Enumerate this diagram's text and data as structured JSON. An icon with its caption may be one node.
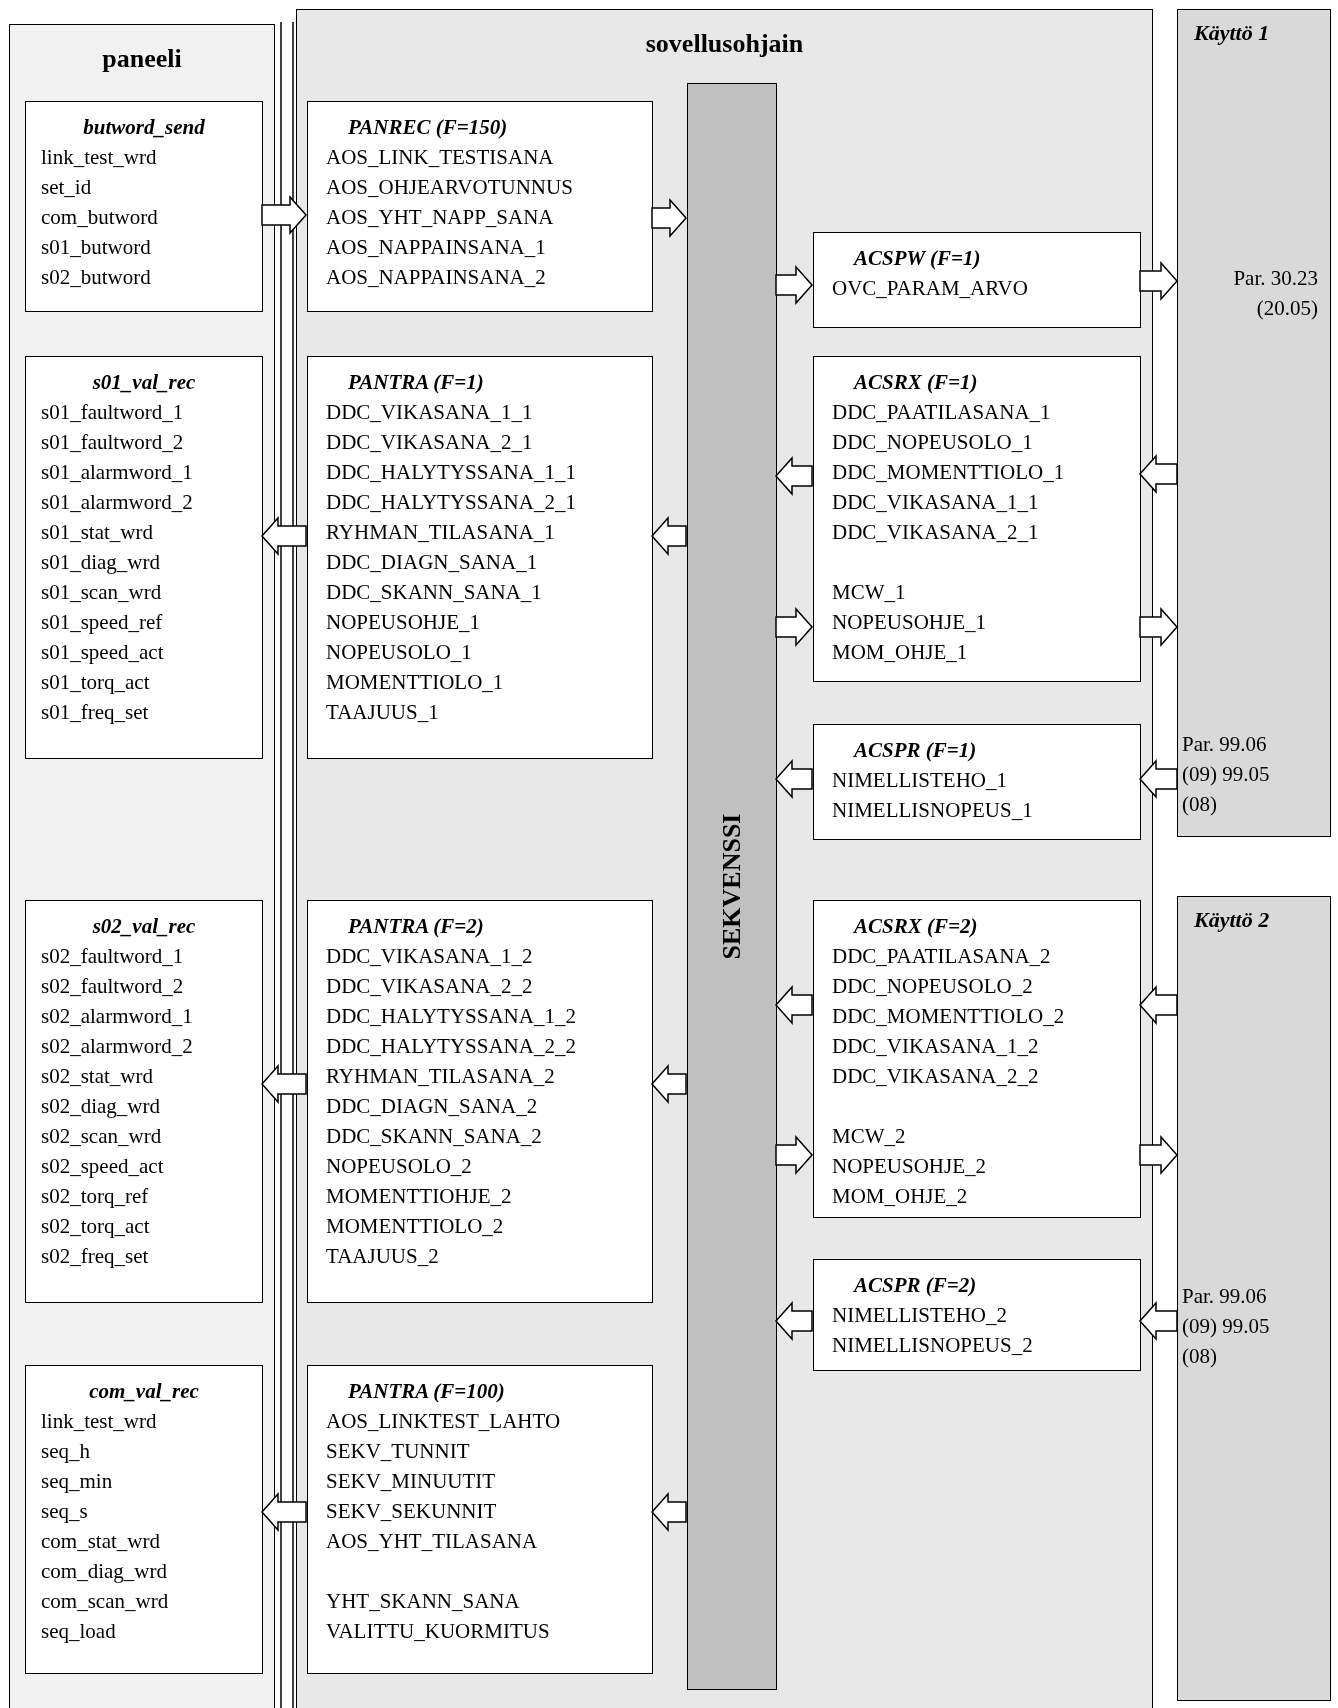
{
  "diagram": {
    "nodes": [
      {
        "text": [
          "paneeli"
        ]
      },
      {
        "text": [
          "butword_send",
          "link_test_wrd",
          "set_id",
          "com_butword",
          "s01_butword",
          "s02_butword"
        ],
        "in": 0
      },
      {
        "text": [
          "s01_val_rec",
          "s01_faultword_1",
          "s01_faultword_2",
          "s01_alarmword_1",
          "s01_alarmword_2",
          "s01_stat_wrd",
          "s01_diag_wrd",
          "s01_scan_wrd",
          "s01_speed_ref",
          "s01_speed_act",
          "s01_torq_act",
          "s01_freq_set"
        ],
        "in": 0
      },
      {
        "text": [
          "s02_val_rec",
          "s02_faultword_1",
          "s02_faultword_2",
          "s02_alarmword_1",
          "s02_alarmword_2",
          "s02_stat_wrd",
          "s02_diag_wrd",
          "s02_scan_wrd",
          "s02_speed_act",
          "s02_torq_ref",
          "s02_torq_act",
          "s02_freq_set"
        ],
        "in": 0
      },
      {
        "text": [
          "com_val_rec",
          "link_test_wrd",
          "seq_h",
          "seq_min",
          "seq_s",
          "com_stat_wrd",
          "com_diag_wrd",
          "com_scan_wrd",
          "seq_load"
        ],
        "in": 0
      },
      {
        "text": [
          "sovellusohjain"
        ]
      },
      {
        "text": [
          "PANREC (F=150)",
          "AOS_LINK_TESTISANA",
          "AOS_OHJEARVOTUNNUS",
          "AOS_YHT_NAPP_SANA",
          "AOS_NAPPAINSANA_1",
          "AOS_NAPPAINSANA_2"
        ],
        "in": 5
      },
      {
        "text": [
          "PANTRA (F=1)",
          "DDC_VIKASANA_1_1",
          "DDC_VIKASANA_2_1",
          "DDC_HALYTYSSANA_1_1",
          "DDC_HALYTYSSANA_2_1",
          "RYHMAN_TILASANA_1",
          "DDC_DIAGN_SANA_1",
          "DDC_SKANN_SANA_1",
          "NOPEUSOHJE_1",
          "NOPEUSOLO_1",
          "MOMENTTIOLO_1",
          "TAAJUUS_1"
        ],
        "in": 5
      },
      {
        "text": [
          "PANTRA (F=2)",
          "DDC_VIKASANA_1_2",
          "DDC_VIKASANA_2_2",
          "DDC_HALYTYSSANA_1_2",
          "DDC_HALYTYSSANA_2_2",
          "RYHMAN_TILASANA_2",
          "DDC_DIAGN_SANA_2",
          "DDC_SKANN_SANA_2",
          "NOPEUSOLO_2",
          "MOMENTTIOHJE_2",
          "MOMENTTIOLO_2",
          "TAAJUUS_2"
        ],
        "in": 5
      },
      {
        "text": [
          "PANTRA (F=100)",
          "AOS_LINKTEST_LAHTO",
          "SEKV_TUNNIT",
          "SEKV_MINUUTIT",
          "SEKV_SEKUNNIT",
          "AOS_YHT_TILASANA",
          "YHT_SKANN_SANA",
          "VALITTU_KUORMITUS"
        ],
        "in": 5
      },
      {
        "text": [
          "SEKVENSSI"
        ],
        "in": 5
      },
      {
        "text": [
          "ACSPW (F=1)",
          "OVC_PARAM_ARVO"
        ],
        "in": 5
      },
      {
        "text": [
          "ACSRX (F=1)",
          "DDC_PAATILASANA_1",
          "DDC_NOPEUSOLO_1",
          "DDC_MOMENTTIOLO_1",
          "DDC_VIKASANA_1_1",
          "DDC_VIKASANA_2_1",
          "MCW_1",
          "NOPEUSOHJE_1",
          "MOM_OHJE_1"
        ],
        "in": 5
      },
      {
        "text": [
          "ACSPR (F=1)",
          "NIMELLISTEHO_1",
          "NIMELLISNOPEUS_1"
        ],
        "in": 5
      },
      {
        "text": [
          "ACSRX (F=2)",
          "DDC_PAATILASANA_2",
          "DDC_NOPEUSOLO_2",
          "DDC_MOMENTTIOLO_2",
          "DDC_VIKASANA_1_2",
          "DDC_VIKASANA_2_2",
          "MCW_2",
          "NOPEUSOHJE_2",
          "MOM_OHJE_2"
        ],
        "in": 5
      },
      {
        "text": [
          "ACSPR (F=2)",
          "NIMELLISTEHO_2",
          "NIMELLISNOPEUS_2"
        ],
        "in": 5
      },
      {
        "text": [
          "Käyttö 1",
          "Par. 30.23 (20.05)",
          "Par. 99.06 (09) 99.05 (08)"
        ]
      },
      {
        "text": [
          "Käyttö 2",
          "Par. 99.06 (09) 99.05 (08)"
        ]
      }
    ],
    "edges": [
      {
        "from": 1,
        "to": 6,
        "arrow": "to"
      },
      {
        "from": 6,
        "to": 10,
        "arrow": "to"
      },
      {
        "from": 10,
        "to": 11,
        "arrow": "to"
      },
      {
        "from": 11,
        "to": 16,
        "arrow": "to"
      },
      {
        "from": 16,
        "to": 12,
        "arrow": "to"
      },
      {
        "from": 12,
        "to": 10,
        "arrow": "to"
      },
      {
        "from": 10,
        "to": 12,
        "arrow": "to"
      },
      {
        "from": 12,
        "to": 16,
        "arrow": "to"
      },
      {
        "from": 10,
        "to": 7,
        "arrow": "to"
      },
      {
        "from": 7,
        "to": 2,
        "arrow": "to"
      },
      {
        "from": 16,
        "to": 13,
        "arrow": "to"
      },
      {
        "from": 13,
        "to": 10,
        "arrow": "to"
      },
      {
        "from": 17,
        "to": 14,
        "arrow": "to"
      },
      {
        "from": 14,
        "to": 10,
        "arrow": "to"
      },
      {
        "from": 10,
        "to": 14,
        "arrow": "to"
      },
      {
        "from": 14,
        "to": 17,
        "arrow": "to"
      },
      {
        "from": 10,
        "to": 8,
        "arrow": "to"
      },
      {
        "from": 8,
        "to": 3,
        "arrow": "to"
      },
      {
        "from": 17,
        "to": 15,
        "arrow": "to"
      },
      {
        "from": 15,
        "to": 10,
        "arrow": "to"
      },
      {
        "from": 10,
        "to": 9,
        "arrow": "to"
      },
      {
        "from": 9,
        "to": 4,
        "arrow": "to"
      }
    ]
  }
}
